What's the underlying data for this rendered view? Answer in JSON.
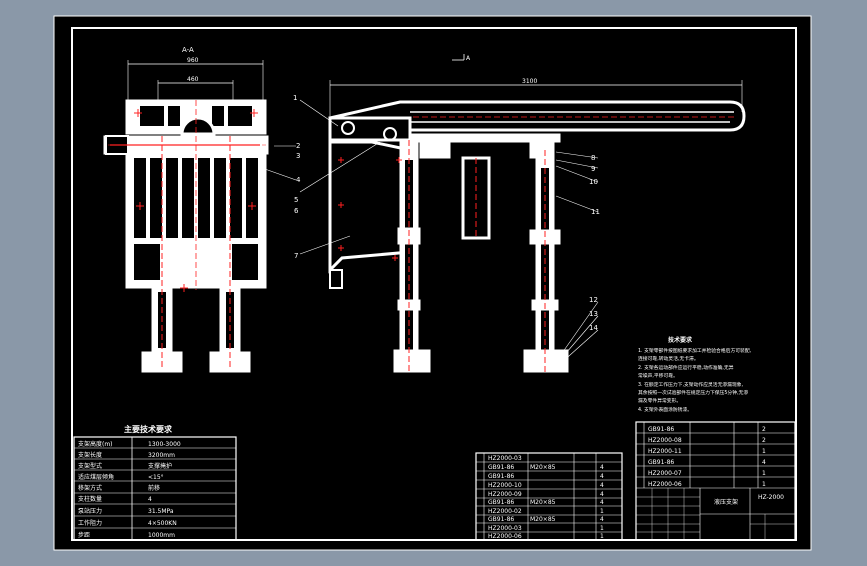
{
  "colors": {
    "viewport_bg": "#8a98a8",
    "sheet": "#000000",
    "line": "#ffffff",
    "centerline": "#ff2020"
  },
  "view_label": "A-A",
  "arrow_label": "A",
  "dimensions": {
    "width_outer": "960",
    "width_inner": "460",
    "span": "3100"
  },
  "balloons": [
    "1",
    "2",
    "3",
    "4",
    "5",
    "6",
    "7",
    "8",
    "9",
    "10",
    "11",
    "12",
    "13",
    "14"
  ],
  "notes": {
    "title": "技术要求",
    "lines": [
      "1. 支架零部件按图纸要求加工并检验合格后方可装配,",
      "连接可靠,转动灵活,无卡滞。",
      "2. 支架各运动部件应运行平稳,动作准确,无异",
      "常噪声,平移可靠。",
      "3. 在额定工作压力下,支架动作应灵活无渗漏现象,",
      "其余按照一次试验部件在规定压力下保压5分钟,无渗",
      "漏及零件异常变形。",
      "4. 支架外表面涂防锈漆。"
    ]
  },
  "spec": {
    "title": "主要技术要求",
    "rows": [
      {
        "label": "支架高度(m)",
        "value": "1300-3000"
      },
      {
        "label": "支架长度",
        "value": "3200mm"
      },
      {
        "label": "支架型式",
        "value": "支撑掩护"
      },
      {
        "label": "适应煤层倾角",
        "value": "<15°"
      },
      {
        "label": "移架方式",
        "value": "前移"
      },
      {
        "label": "支柱数量",
        "value": "4"
      },
      {
        "label": "泵站压力",
        "value": "31.5MPa"
      },
      {
        "label": "工作阻力",
        "value": "4×500KN"
      },
      {
        "label": "步距",
        "value": "1000mm"
      }
    ]
  },
  "bom_mid": {
    "rows": [
      {
        "code": "HZ2000-03",
        "name": "",
        "qty": "",
        "mat": ""
      },
      {
        "code": "GB91-86",
        "name": "M20×85",
        "qty": "",
        "mat": "4"
      },
      {
        "code": "GB91-86",
        "name": "",
        "qty": "",
        "mat": "4"
      },
      {
        "code": "HZ2000-10",
        "name": "",
        "qty": "",
        "mat": "4"
      },
      {
        "code": "HZ2000-09",
        "name": "",
        "qty": "",
        "mat": "4"
      },
      {
        "code": "GB91-86",
        "name": "M20×85",
        "qty": "",
        "mat": "4"
      },
      {
        "code": "HZ2000-02",
        "name": "",
        "qty": "",
        "mat": "1"
      },
      {
        "code": "GB91-86",
        "name": "M20×85",
        "qty": "",
        "mat": "4"
      },
      {
        "code": "HZ2000-03",
        "name": "",
        "qty": "",
        "mat": "1"
      },
      {
        "code": "HZ2000-06",
        "name": "",
        "qty": "",
        "mat": "1"
      }
    ]
  },
  "bom_right": {
    "rows": [
      {
        "code": "GB91-86",
        "qty": "2"
      },
      {
        "code": "HZ2000-08",
        "qty": "2"
      },
      {
        "code": "HZ2000-11",
        "qty": "1"
      },
      {
        "code": "GB91-86",
        "qty": "4"
      },
      {
        "code": "HZ2000-07",
        "qty": "1"
      },
      {
        "code": "HZ2000-06",
        "qty": "1"
      }
    ],
    "title_box": "液压支架",
    "drawing_no": "HZ-2000"
  }
}
